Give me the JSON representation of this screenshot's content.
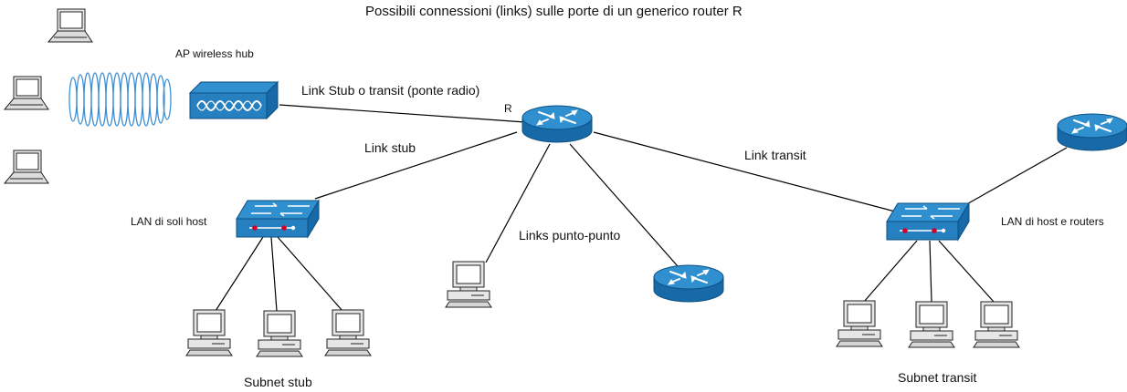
{
  "title": "Possibili connessioni (links) sulle porte di un generico router R",
  "labels": {
    "ap_wireless_hub": "AP wireless hub",
    "link_stub_transit_radio": "Link Stub o transit (ponte radio)",
    "router_r": "R",
    "link_stub": "Link stub",
    "link_transit": "Link transit",
    "lan_soli_host": "LAN di soli host",
    "links_punto_punto": "Links punto-punto",
    "lan_host_routers": "LAN di host e routers",
    "subnet_stub": "Subnet stub",
    "subnet_transit": "Subnet transit"
  },
  "nodes": {
    "laptops": [
      "laptop-icon",
      "laptop-icon",
      "laptop-icon"
    ],
    "wireless_waves": "radio-waves-icon",
    "access_point": "access-point-icon",
    "router_main": "router-icon",
    "router_right": "router-icon",
    "router_ptp": "router-icon",
    "switch_left": "switch-icon",
    "switch_right": "switch-icon",
    "pc_ptp": "desktop-pc-icon",
    "pcs_stub": [
      "desktop-pc-icon",
      "desktop-pc-icon",
      "desktop-pc-icon"
    ],
    "pcs_transit": [
      "desktop-pc-icon",
      "desktop-pc-icon",
      "desktop-pc-icon"
    ]
  },
  "colors": {
    "device_top": "#2f8fcf",
    "device_side": "#1769a8",
    "device_front": "#2680c0",
    "link_line": "#000000",
    "wave": "#3d8fd6",
    "led_red": "#d0002a"
  }
}
